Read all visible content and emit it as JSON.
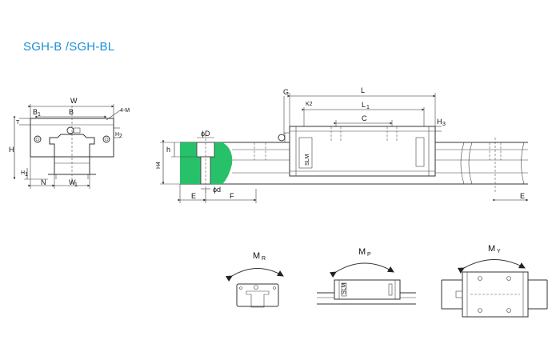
{
  "title": "SGH-B /SGH-BL",
  "colors": {
    "title": "#1a8fd6",
    "highlight": "#27c16a",
    "line": "#333333"
  },
  "front_view": {
    "W": "W",
    "B": "B",
    "B1": "B",
    "B1_sub": "1",
    "four_m": "4-M",
    "T": "T",
    "H": "H",
    "H1": "H",
    "H1_sub": "1",
    "H2": "H",
    "H2_sub": "2",
    "N": "N",
    "W1": "W",
    "W1_sub": "1"
  },
  "side_view": {
    "L": "L",
    "L1": "L",
    "L1_sub": "1",
    "K2": "K2",
    "G": "G",
    "C": "C",
    "H3": "H",
    "H3_sub": "3",
    "phiD": "ϕD",
    "phid": "ϕd",
    "h": "h",
    "H4": "H4",
    "E_left": "E",
    "F": "F",
    "E_right": "E",
    "brand": "SLM"
  },
  "moments": {
    "MR": "M",
    "MR_sub": "R",
    "MP": "M",
    "MP_sub": "P",
    "MY": "M",
    "MY_sub": "Y",
    "brand_small": "SLM"
  }
}
